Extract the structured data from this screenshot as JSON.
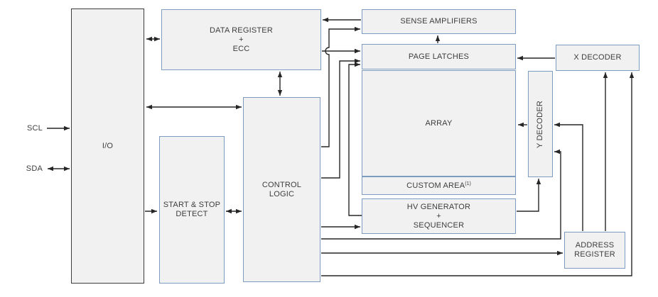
{
  "diagram": {
    "title": "memory-device-block-diagram",
    "signals": {
      "scl": "SCL",
      "sda": "SDA"
    },
    "blocks": {
      "io": "I/O",
      "data_register": "DATA REGISTER\n+\nECC",
      "start_stop": "START & STOP\nDETECT",
      "control_logic": "CONTROL\nLOGIC",
      "sense_amplifiers": "SENSE AMPLIFIERS",
      "page_latches": "PAGE LATCHES",
      "array": "ARRAY",
      "custom_area": "CUSTOM AREA",
      "custom_area_note": "(1)",
      "hv_generator": "HV GENERATOR\n+\nSEQUENCER",
      "x_decoder": "X DECODER",
      "y_decoder": "Y DECODER",
      "address_register": "ADDRESS\nREGISTER"
    },
    "colors": {
      "block_fill": "#f1f1f1",
      "block_border": "#7d9cc0",
      "io_border": "#3c3c3c",
      "line": "#262626",
      "text": "#3d3d3d",
      "bg": "#ffffff"
    }
  }
}
